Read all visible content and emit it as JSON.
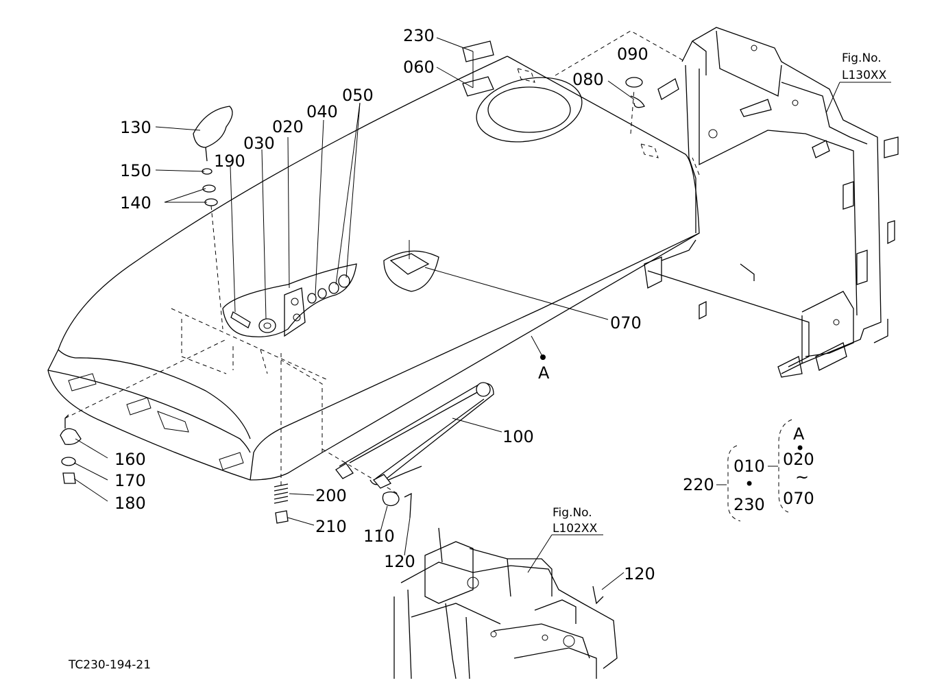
{
  "drawing_code": "TC230-194-21",
  "callouts": {
    "p010": "010",
    "p020": "020",
    "p030": "030",
    "p040": "040",
    "p050": "050",
    "p060": "060",
    "p070": "070",
    "p080": "080",
    "p090": "090",
    "p100": "100",
    "p110": "110",
    "p120a": "120",
    "p120b": "120",
    "p130": "130",
    "p140": "140",
    "p150": "150",
    "p160": "160",
    "p170": "170",
    "p180": "180",
    "p190": "190",
    "p200": "200",
    "p210": "210",
    "p220": "220",
    "p230": "230"
  },
  "view_marker": "A",
  "fig_refs": {
    "upper": {
      "label": "Fig.No.",
      "code": "L130XX"
    },
    "lower": {
      "label": "Fig.No.",
      "code": "L102XX"
    }
  },
  "assembly_key": {
    "item": "220",
    "from": "010",
    "to": "230",
    "view": "A",
    "range_start": "020",
    "range_end": "070",
    "dot": "•",
    "tilde": "~"
  }
}
